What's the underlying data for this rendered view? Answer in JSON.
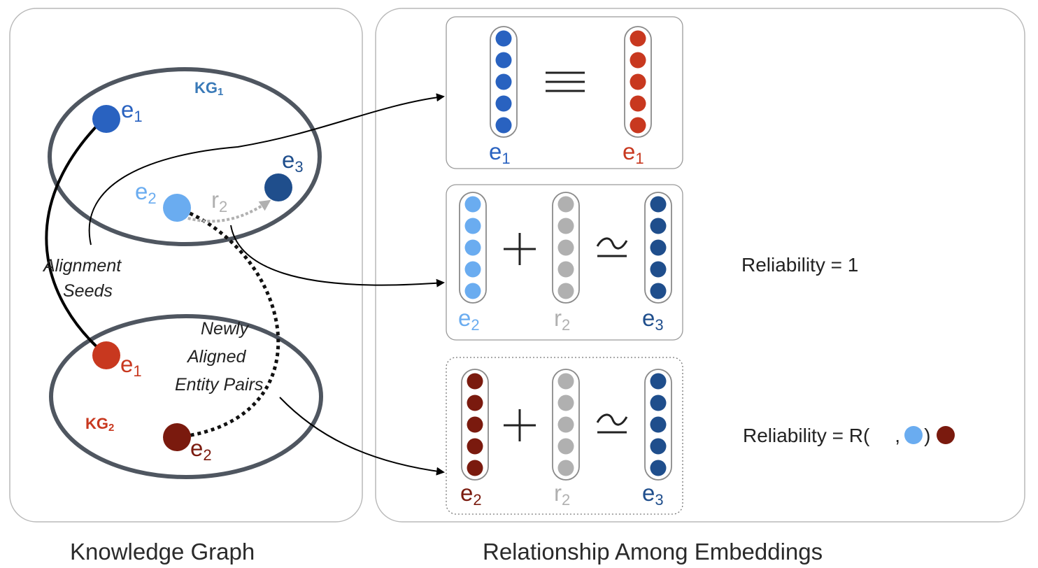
{
  "captions": {
    "left": "Knowledge Graph",
    "right": "Relationship Among  Embeddings"
  },
  "kg": {
    "kg1_label": "KG",
    "kg1_sub": "1",
    "kg2_label": "KG",
    "kg2_sub": "2",
    "alignment_seeds_line1": "Alignment",
    "alignment_seeds_line2": "Seeds",
    "newly_line1": "Newly",
    "newly_line2": "Aligned",
    "newly_line3": "Entity Pairs"
  },
  "entities": {
    "e": "e",
    "r": "r",
    "sub1": "1",
    "sub2": "2",
    "sub3": "3"
  },
  "reliability": {
    "row2": "Reliability = 1",
    "row3_prefix": "Reliability = R(",
    "row3_sep": ",",
    "row3_suffix": ")"
  },
  "colors": {
    "kg1_e1": "#2962c0",
    "kg1_e2": "#6aacf0",
    "kg1_e3": "#1f4e8c",
    "kg2_e1": "#c8381f",
    "kg2_e2": "#7a1a0e",
    "relation": "#b0b0b0",
    "ellipse": "#4f5660"
  }
}
